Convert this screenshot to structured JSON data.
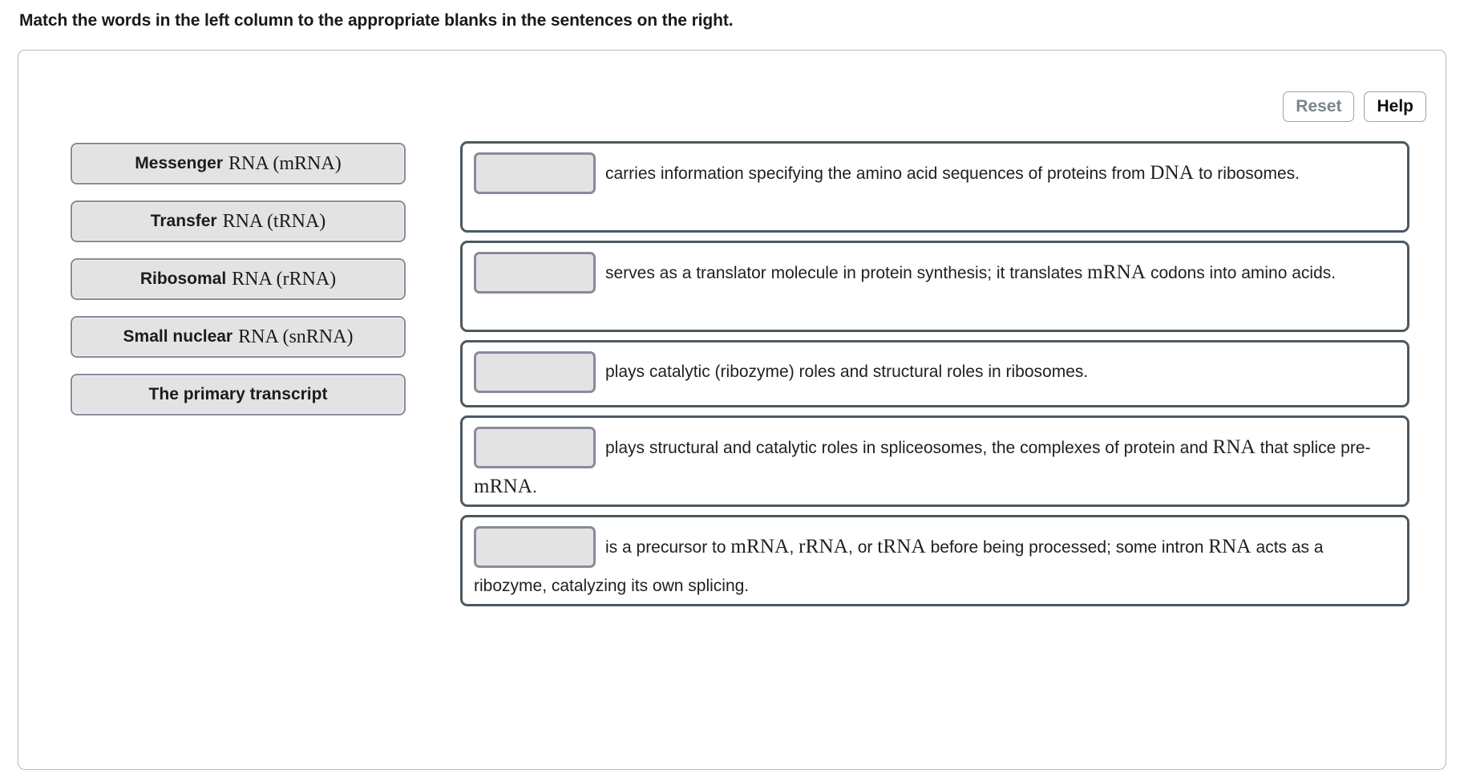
{
  "prompt": "Match the words in the left column to the appropriate blanks in the sentences on the right.",
  "toolbar": {
    "reset_label": "Reset",
    "help_label": "Help"
  },
  "colors": {
    "chip_fill": "#e3e3e3",
    "chip_border": "#8a8a9c",
    "sentence_border": "#4d5860",
    "panel_border": "#b9b9b9",
    "reset_text": "#7c858c",
    "help_text": "#101010"
  },
  "word_bank": {
    "items": [
      {
        "plain": "Messenger",
        "sci": "RNA (mRNA)"
      },
      {
        "plain": "Transfer",
        "sci": "RNA (tRNA)"
      },
      {
        "plain": "Ribosomal",
        "sci": "RNA (rRNA)"
      },
      {
        "plain": "Small nuclear",
        "sci": "RNA (snRNA)"
      },
      {
        "plain": "The primary transcript",
        "sci": ""
      }
    ]
  },
  "sentences": {
    "items": [
      {
        "slot_value": "",
        "parts": [
          {
            "t": "carries information specifying the amino acid sequences of proteins from ",
            "sci": false
          },
          {
            "t": "DNA",
            "sci": true
          },
          {
            "t": " to ribosomes.",
            "sci": false
          }
        ]
      },
      {
        "slot_value": "",
        "parts": [
          {
            "t": "serves as a translator molecule in protein synthesis; it translates ",
            "sci": false
          },
          {
            "t": "mRNA",
            "sci": true
          },
          {
            "t": " codons into amino acids.",
            "sci": false
          }
        ]
      },
      {
        "slot_value": "",
        "parts": [
          {
            "t": "plays catalytic (ribozyme) roles and structural roles in ribosomes.",
            "sci": false
          }
        ]
      },
      {
        "slot_value": "",
        "parts": [
          {
            "t": "plays structural and catalytic roles in spliceosomes, the complexes of protein and ",
            "sci": false
          },
          {
            "t": "RNA",
            "sci": true
          },
          {
            "t": " that splice pre-",
            "sci": false
          },
          {
            "t": "mRNA",
            "sci": true
          },
          {
            "t": ".",
            "sci": false
          }
        ]
      },
      {
        "slot_value": "",
        "parts": [
          {
            "t": "is a precursor to ",
            "sci": false
          },
          {
            "t": "mRNA",
            "sci": true
          },
          {
            "t": ", ",
            "sci": false
          },
          {
            "t": "rRNA",
            "sci": true
          },
          {
            "t": ", or ",
            "sci": false
          },
          {
            "t": "tRNA",
            "sci": true
          },
          {
            "t": " before being processed; some intron ",
            "sci": false
          },
          {
            "t": "RNA",
            "sci": true
          },
          {
            "t": " acts as a ribozyme, catalyzing its own splicing.",
            "sci": false
          }
        ]
      }
    ]
  }
}
